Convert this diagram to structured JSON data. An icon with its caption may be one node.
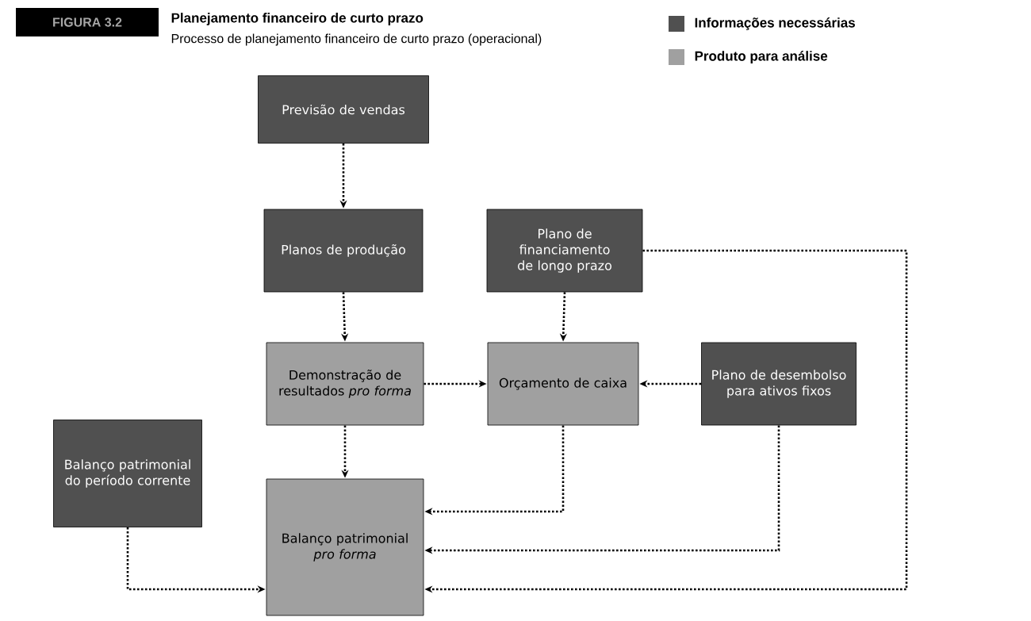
{
  "diagram": {
    "title": "Planejamento financeiro de curto prazo",
    "caption": "Processo de planejamento financeiro de curto prazo (operacional)",
    "nodes": [
      {
        "text": [
          "Previsão de vendas"
        ]
      },
      {
        "text": [
          "Planos de produção"
        ]
      },
      {
        "text": [
          "Plano de financiamento de longo prazo"
        ]
      },
      {
        "text": [
          "Demonstração de resultados *pro forma*"
        ]
      },
      {
        "text": [
          "Orçamento de caixa"
        ]
      },
      {
        "text": [
          "Plano de desembolso para ativos fixos"
        ]
      },
      {
        "text": [
          "Balanço patrimonial do período corrente"
        ]
      },
      {
        "text": [
          "Balanço patrimonial *pro forma*"
        ]
      }
    ],
    "edges": [
      {
        "from": 0,
        "to": 1,
        "arrow": "to"
      },
      {
        "from": 1,
        "to": 3,
        "arrow": "to"
      },
      {
        "from": 2,
        "to": 4,
        "arrow": "to"
      },
      {
        "from": 3,
        "to": 4,
        "arrow": "to"
      },
      {
        "from": 5,
        "to": 4,
        "arrow": "to"
      },
      {
        "from": 3,
        "to": 7,
        "arrow": "to"
      },
      {
        "from": 4,
        "to": 7,
        "arrow": "to"
      },
      {
        "from": 5,
        "to": 7,
        "arrow": "to"
      },
      {
        "from": 2,
        "to": 7,
        "arrow": "to"
      },
      {
        "from": 6,
        "to": 7,
        "arrow": "to"
      }
    ],
    "labels": [
      "FIGURA 3.2"
    ],
    "legend": [
      {
        "text": "Informações necessárias",
        "color": "#505050"
      },
      {
        "text": "Produto para análise",
        "color": "#a0a0a0"
      }
    ]
  }
}
